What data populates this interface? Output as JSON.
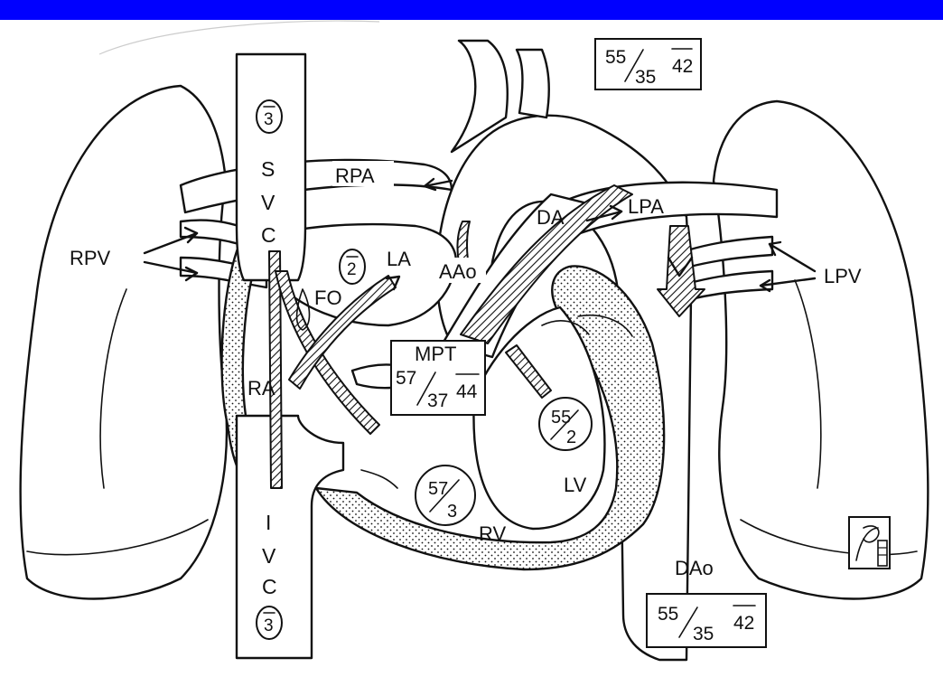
{
  "colors": {
    "top_bar": "#0000ff",
    "ink": "#111111",
    "background": "#ffffff"
  },
  "labels": {
    "svc": [
      "S",
      "V",
      "C"
    ],
    "ivc": [
      "I",
      "V",
      "C"
    ],
    "rpa": "RPA",
    "rpv": "RPV",
    "lpv": "LPV",
    "la": "LA",
    "fo": "FO",
    "aao": "AAo",
    "da": "DA",
    "lpa": "LPA",
    "ra": "RA",
    "rv": "RV",
    "lv": "LV",
    "dao": "DAo",
    "mpt": "MPT"
  },
  "pressures": {
    "svc_mean": "3",
    "ivc_mean": "3",
    "la_mean": "2",
    "aortic_top": {
      "systolic": "55",
      "diastolic": "35",
      "mean": "42"
    },
    "aortic_bottom": {
      "systolic": "55",
      "diastolic": "35",
      "mean": "42"
    },
    "mpt": {
      "systolic": "57",
      "diastolic": "37",
      "mean": "44"
    },
    "lv": {
      "systolic": "55",
      "diastolic": "2"
    },
    "rv": {
      "systolic": "57",
      "diastolic": "3"
    }
  }
}
